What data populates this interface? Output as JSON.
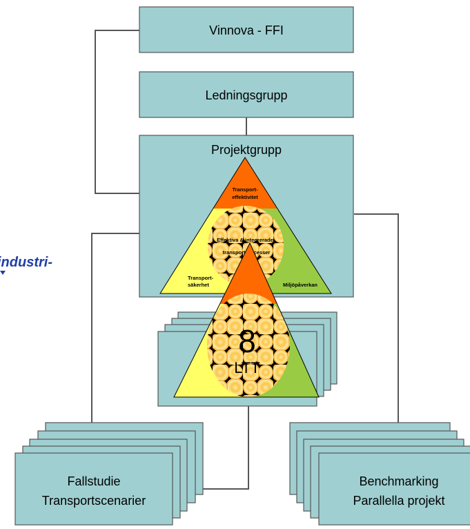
{
  "boxes": {
    "vinnova": "Vinnova - FFI",
    "ledningsgrupp": "Ledningsgrupp",
    "projektgrupp": "Projektgrupp",
    "fallstudie": [
      "Fallstudie",
      "Transportscenarier"
    ],
    "benchmarking": [
      "Benchmarking",
      "Parallella projekt"
    ]
  },
  "triangle_upper": {
    "top": [
      "Transport-",
      "effektivitet"
    ],
    "center": [
      "Effektiva & integrerade",
      "transportprocesser"
    ],
    "left": [
      "Transport-",
      "säkerhet"
    ],
    "right": "Miljöpåverkan"
  },
  "triangle_lower": {
    "number": "8",
    "sub": "LTT"
  },
  "logo_text": "industri-",
  "colors": {
    "box_fill": "#9fcfd1",
    "orange": "#ff6a00",
    "yellow": "#ffff66",
    "green": "#99cc44",
    "circle_gold": "#f5a820",
    "circle_light": "#ffe28a"
  }
}
